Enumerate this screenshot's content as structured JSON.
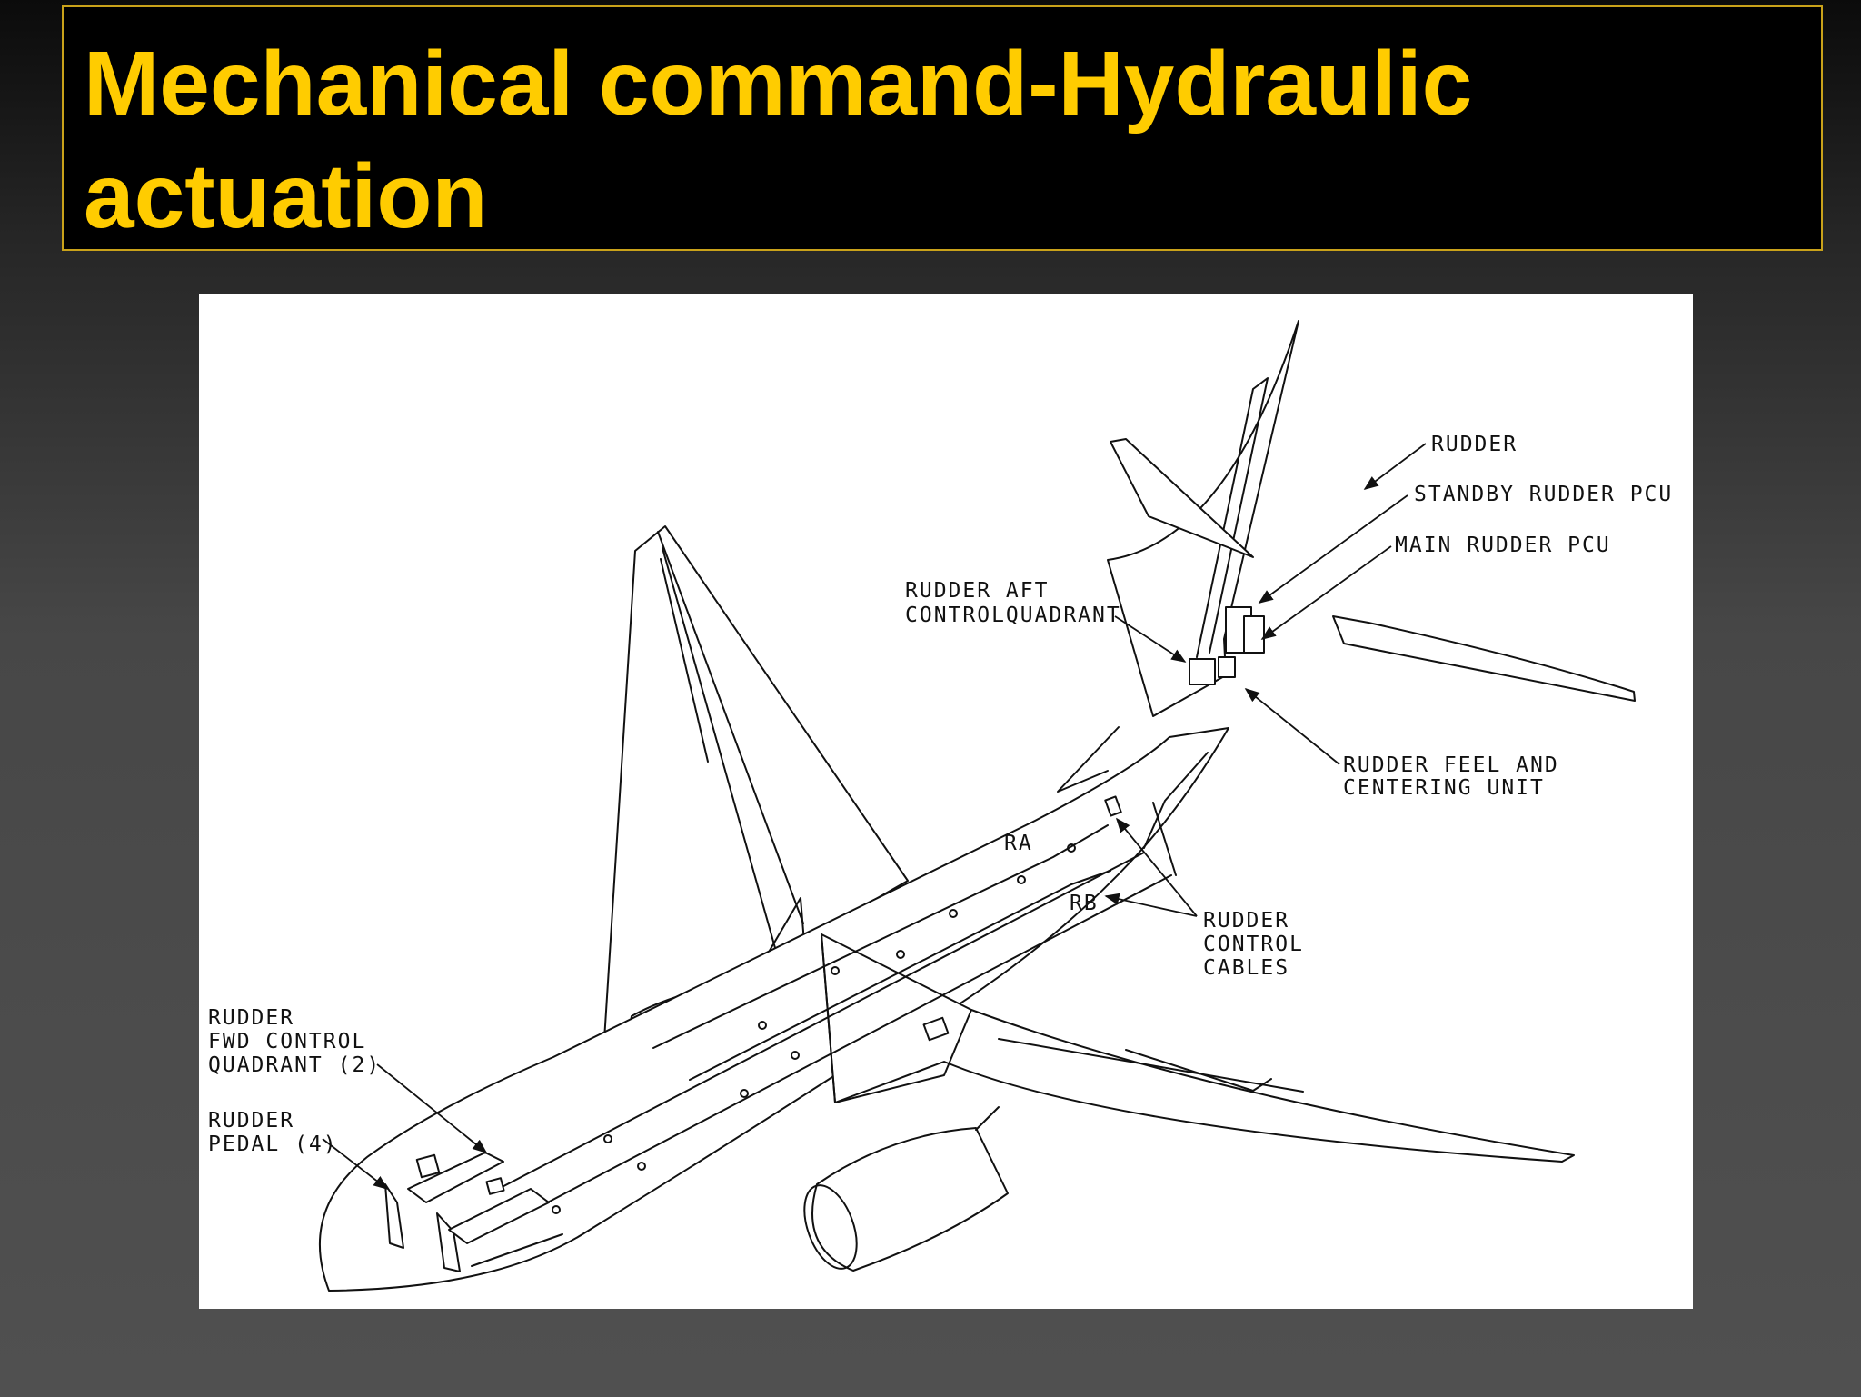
{
  "slide": {
    "title": "Mechanical command-Hydraulic actuation",
    "accent_color": "#ffcc00",
    "title_background": "#000000"
  },
  "diagram": {
    "labels": {
      "rudder": "RUDDER",
      "standby_pcu": "STANDBY RUDDER PCU",
      "main_pcu": "MAIN RUDDER PCU",
      "aft_quadrant_line1": "RUDDER AFT",
      "aft_quadrant_line2": "CONTROLQUADRANT",
      "feel_line1": "RUDDER FEEL AND",
      "feel_line2": "CENTERING UNIT",
      "ra": "RA",
      "rb": "RB",
      "cables_line1": "RUDDER",
      "cables_line2": "CONTROL",
      "cables_line3": "CABLES",
      "fwd_line1": "RUDDER",
      "fwd_line2": "FWD CONTROL",
      "fwd_line3": "QUADRANT (2)",
      "pedal_line1": "RUDDER",
      "pedal_line2": "PEDAL (4)"
    }
  }
}
